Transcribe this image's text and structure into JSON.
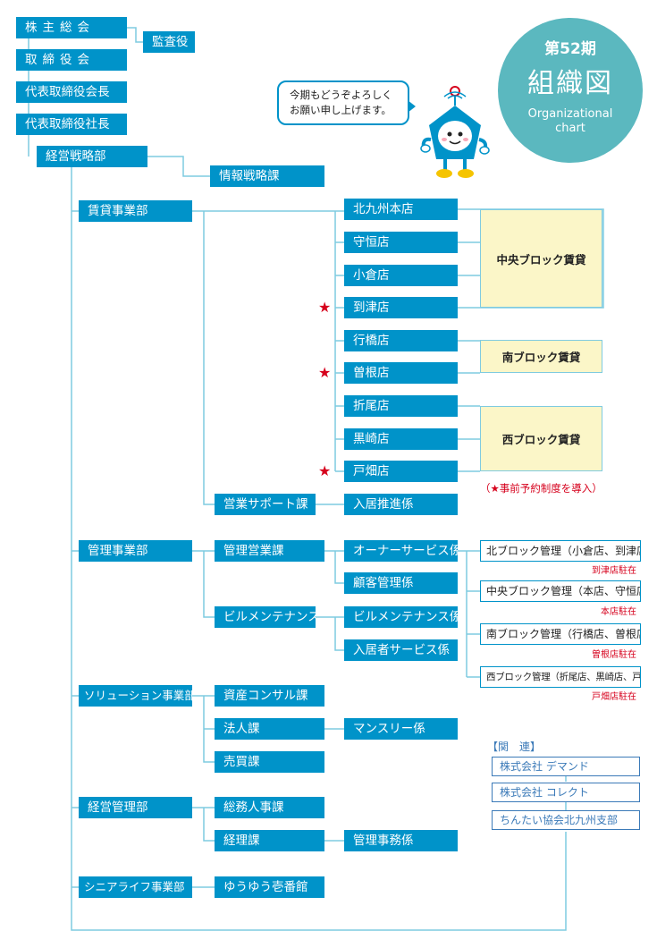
{
  "board": {
    "shareholders": "株主総会",
    "auditor": "監査役",
    "directors": "取締役会",
    "chairman": "代表取締役会長",
    "president": "代表取締役社長"
  },
  "strategy": {
    "dept": "経営戦略部",
    "section": "情報戦略課"
  },
  "rental": {
    "dept": "賃貸事業部",
    "stores": [
      "北九州本店",
      "守恒店",
      "小倉店",
      "到津店",
      "行橋店",
      "曽根店",
      "折尾店",
      "黒崎店",
      "戸畑店"
    ],
    "blocks": [
      "中央ブロック賃貸",
      "南ブロック賃貸",
      "西ブロック賃貸"
    ],
    "support_section": "営業サポート課",
    "support_team": "入居推進係",
    "star": "★",
    "note": "（★事前予約制度を導入）"
  },
  "management": {
    "dept": "管理事業部",
    "sales_section": "管理営業課",
    "owner_team": "オーナーサービス係",
    "customer_team": "顧客管理係",
    "building_section": "ビルメンテナンス課",
    "building_team": "ビルメンテナンス係",
    "tenant_team": "入居者サービス係",
    "regions": [
      {
        "name": "北ブロック管理（小倉店、到津店）",
        "resident": "到津店駐在"
      },
      {
        "name": "中央ブロック管理（本店、守恒店）",
        "resident": "本店駐在"
      },
      {
        "name": "南ブロック管理（行橋店、曽根店）",
        "resident": "曽根店駐在"
      },
      {
        "name": "西ブロック管理（折尾店、黒崎店、戸畑店）",
        "resident": "戸畑店駐在"
      }
    ]
  },
  "solution": {
    "dept": "ソリューション事業部",
    "consult": "資産コンサル課",
    "corporate": "法人課",
    "monthly": "マンスリー係",
    "trading": "売買課"
  },
  "admin": {
    "dept": "経営管理部",
    "general": "総務人事課",
    "accounting": "経理課",
    "mgmt_office": "管理事務係"
  },
  "senior": {
    "dept": "シニアライフ事業部",
    "facility": "ゆうゆう壱番館"
  },
  "related": {
    "title": "【関　連】",
    "companies": [
      "株式会社 デマンド",
      "株式会社 コレクト",
      "ちんたい協会北九州支部"
    ]
  },
  "badge": {
    "term": "第52期",
    "title": "組織図",
    "en_line1": "Organizational",
    "en_line2": "chart"
  },
  "bubble": {
    "line1": "今期もどうぞよろしく",
    "line2": "お願い申し上げます。"
  },
  "colors": {
    "box": "#0093c9",
    "line": "#7fcbe0",
    "block_bg": "#fbf6c8",
    "accent_red": "#d6001c",
    "badge": "#5bb8bf",
    "related": "#3b7ab8"
  }
}
